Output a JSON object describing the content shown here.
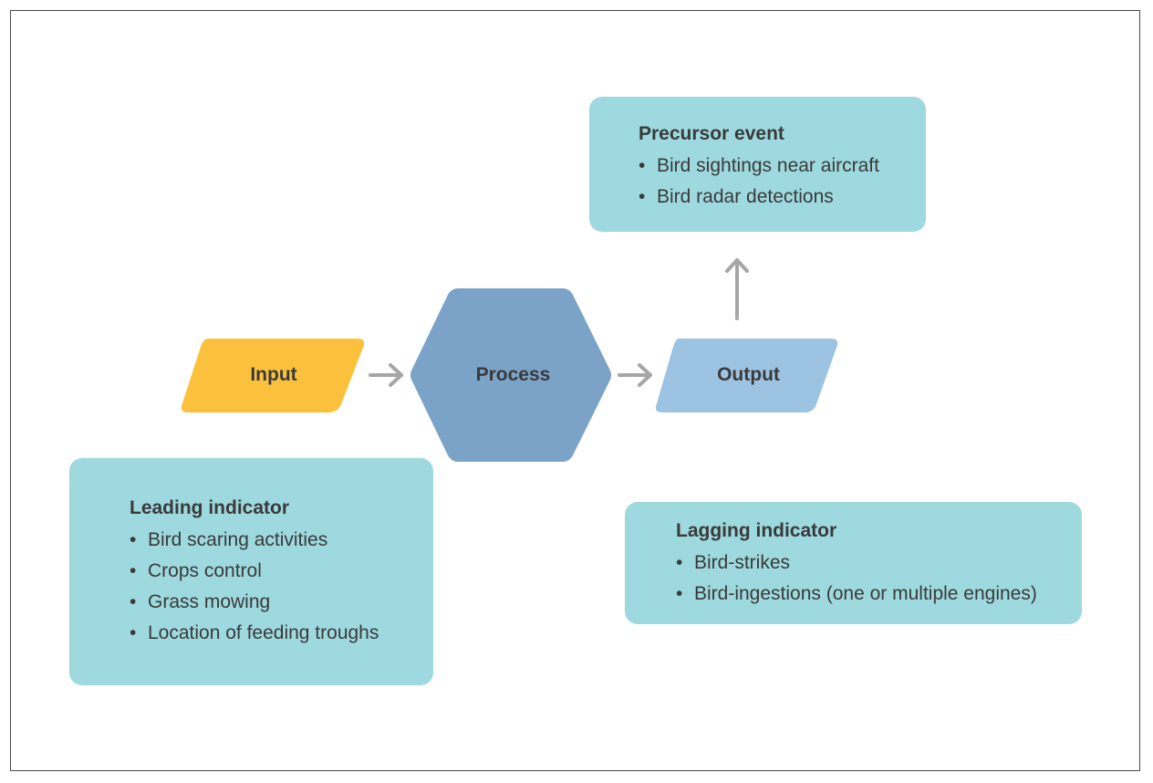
{
  "nodes": {
    "input": "Input",
    "process": "Process",
    "output": "Output"
  },
  "precursor": {
    "title": "Precursor event",
    "items": [
      "Bird sightings near aircraft",
      "Bird radar detections"
    ]
  },
  "leading": {
    "title": "Leading indicator",
    "items": [
      "Bird scaring activities",
      "Crops control",
      "Grass mowing",
      "Location of feeding troughs"
    ]
  },
  "lagging": {
    "title": "Lagging indicator",
    "items": [
      "Bird-strikes",
      "Bird-ingestions (one or multiple engines)"
    ]
  },
  "colors": {
    "input_fill": "#fbc13d",
    "process_fill": "#7ba3c7",
    "output_fill": "#9dc3e2",
    "card_fill": "#9dd9df",
    "arrow": "#a6a6a6"
  }
}
